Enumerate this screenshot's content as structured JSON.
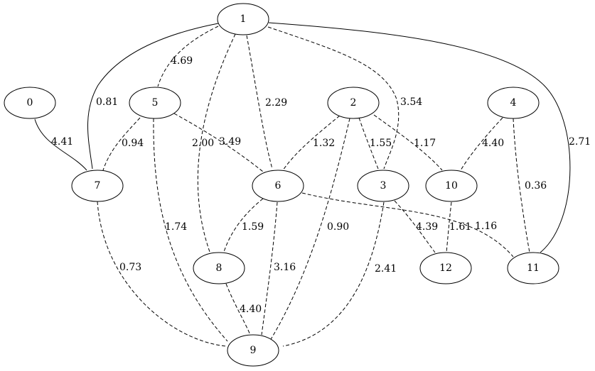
{
  "graph": {
    "nodes": [
      {
        "id": "n0",
        "label": "0"
      },
      {
        "id": "n1",
        "label": "1"
      },
      {
        "id": "n2",
        "label": "2"
      },
      {
        "id": "n3",
        "label": "3"
      },
      {
        "id": "n4",
        "label": "4"
      },
      {
        "id": "n5",
        "label": "5"
      },
      {
        "id": "n6",
        "label": "6"
      },
      {
        "id": "n7",
        "label": "7"
      },
      {
        "id": "n8",
        "label": "8"
      },
      {
        "id": "n9",
        "label": "9"
      },
      {
        "id": "n10",
        "label": "10"
      },
      {
        "id": "n11",
        "label": "11"
      },
      {
        "id": "n12",
        "label": "12"
      }
    ],
    "edges": [
      {
        "from": "1",
        "to": "5",
        "weight": "4.69",
        "style": "dashed"
      },
      {
        "from": "1",
        "to": "7",
        "weight": "0.81",
        "style": "solid"
      },
      {
        "from": "1",
        "to": "8",
        "weight": "2.00",
        "style": "dashed"
      },
      {
        "from": "1",
        "to": "6",
        "weight": "2.29",
        "style": "dashed"
      },
      {
        "from": "1",
        "to": "3",
        "weight": "3.54",
        "style": "dashed"
      },
      {
        "from": "1",
        "to": "11",
        "weight": "2.71",
        "style": "solid"
      },
      {
        "from": "0",
        "to": "7",
        "weight": "4.41",
        "style": "solid"
      },
      {
        "from": "5",
        "to": "7",
        "weight": "0.94",
        "style": "dashed"
      },
      {
        "from": "5",
        "to": "6",
        "weight": "3.49",
        "style": "dashed"
      },
      {
        "from": "5",
        "to": "9",
        "weight": "1.74",
        "style": "dashed"
      },
      {
        "from": "2",
        "to": "6",
        "weight": "1.32",
        "style": "dashed"
      },
      {
        "from": "2",
        "to": "3",
        "weight": "1.55",
        "style": "dashed"
      },
      {
        "from": "2",
        "to": "10",
        "weight": "1.17",
        "style": "dashed"
      },
      {
        "from": "2",
        "to": "9",
        "weight": "0.90",
        "style": "dashed"
      },
      {
        "from": "4",
        "to": "10",
        "weight": "4.40",
        "style": "dashed"
      },
      {
        "from": "4",
        "to": "11",
        "weight": "0.36",
        "style": "dashed"
      },
      {
        "from": "7",
        "to": "9",
        "weight": "0.73",
        "style": "dashed"
      },
      {
        "from": "6",
        "to": "8",
        "weight": "1.59",
        "style": "dashed"
      },
      {
        "from": "6",
        "to": "9",
        "weight": "3.16",
        "style": "dashed"
      },
      {
        "from": "6",
        "to": "11",
        "weight": "1.16",
        "style": "dashed"
      },
      {
        "from": "3",
        "to": "12",
        "weight": "4.39",
        "style": "dashed"
      },
      {
        "from": "3",
        "to": "9",
        "weight": "2.41",
        "style": "dashed"
      },
      {
        "from": "10",
        "to": "12",
        "weight": "1.61",
        "style": "dashed"
      },
      {
        "from": "8",
        "to": "9",
        "weight": "4.40",
        "style": "dashed"
      }
    ]
  }
}
